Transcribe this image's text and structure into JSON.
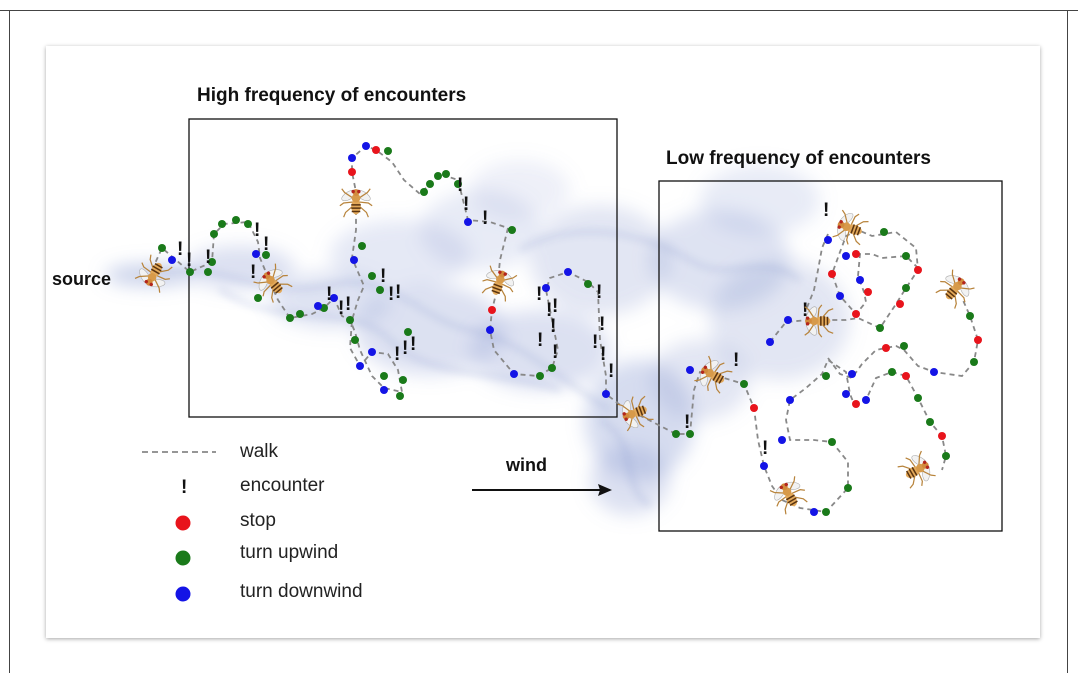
{
  "titles": {
    "high": "High frequency of encounters",
    "low": "Low frequency of encounters"
  },
  "source_label": "source",
  "wind_label": "wind",
  "legend": [
    {
      "marker": "walk-line",
      "label": "walk"
    },
    {
      "marker": "exclamation",
      "label": "encounter"
    },
    {
      "marker": "dot",
      "color": "#e8141c",
      "label": "stop"
    },
    {
      "marker": "dot",
      "color": "#1a7a1a",
      "label": "turn upwind"
    },
    {
      "marker": "dot",
      "color": "#1414e6",
      "label": "turn downwind"
    }
  ],
  "encounter_symbol": "!",
  "colors": {
    "stop": "#e8141c",
    "upwind": "#1a7a1a",
    "downwind": "#1414e6",
    "walk": "#888888",
    "plume": "#8a9bd0"
  },
  "icons": [
    "fly-icon",
    "smoke-plume",
    "wind-arrow"
  ]
}
